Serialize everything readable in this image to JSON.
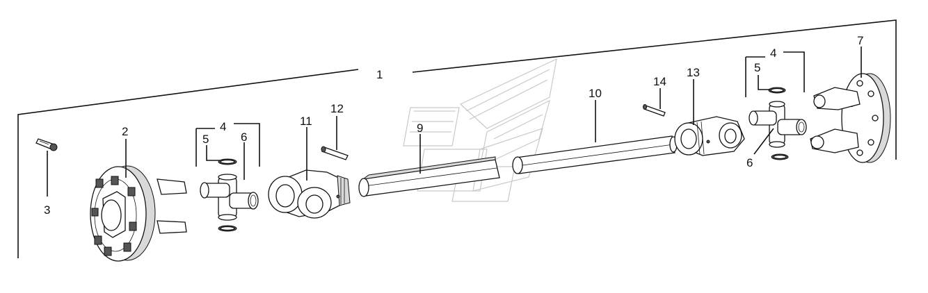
{
  "diagram": {
    "callouts": {
      "c1": "1",
      "c2": "2",
      "c3": "3",
      "c4a": "4",
      "c5a": "5",
      "c6a": "6",
      "c11": "11",
      "c12": "12",
      "c9": "9",
      "c10": "10",
      "c14": "14",
      "c13": "13",
      "c4b": "4",
      "c5b": "5",
      "c6b": "6",
      "c7": "7"
    },
    "parts": [
      {
        "id": "1",
        "name": "drive-shaft-assembly"
      },
      {
        "id": "2",
        "name": "flange-yoke"
      },
      {
        "id": "3",
        "name": "bolt"
      },
      {
        "id": "4",
        "name": "cross-kit"
      },
      {
        "id": "5",
        "name": "circlip"
      },
      {
        "id": "6",
        "name": "spider-cross"
      },
      {
        "id": "7",
        "name": "flange-yoke-end"
      },
      {
        "id": "9",
        "name": "outer-tube"
      },
      {
        "id": "10",
        "name": "inner-tube"
      },
      {
        "id": "11",
        "name": "tube-yoke"
      },
      {
        "id": "12",
        "name": "roll-pin"
      },
      {
        "id": "13",
        "name": "tube-yoke"
      },
      {
        "id": "14",
        "name": "roll-pin"
      }
    ]
  }
}
